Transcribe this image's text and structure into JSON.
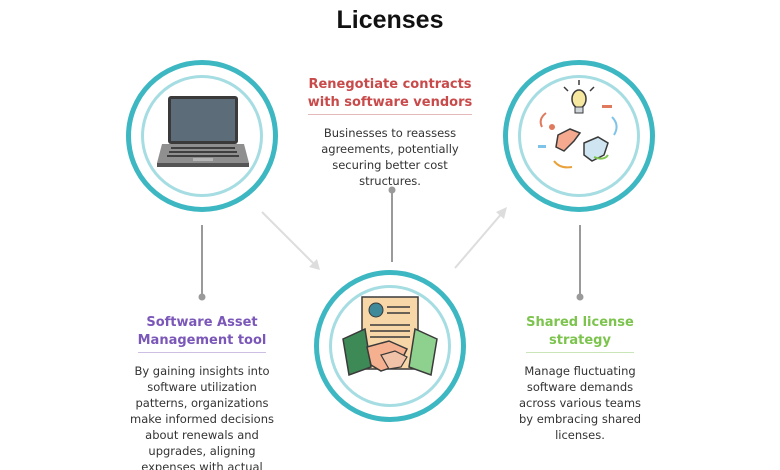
{
  "title": "Licenses",
  "nodes": {
    "top": {
      "heading_line1": "Renegotiate contracts",
      "heading_line2": "with software vendors",
      "desc": [
        "Businesses to reassess",
        "agreements, potentially",
        "securing better cost",
        "structures."
      ]
    },
    "left": {
      "heading_line1": "Software Asset",
      "heading_line2": "Management tool",
      "desc": [
        "By gaining insights into",
        "software utilization",
        "patterns, organizations",
        "make informed decisions",
        "about renewals and",
        "upgrades, aligning",
        "expenses with actual"
      ]
    },
    "right": {
      "heading_line1": "Shared license",
      "heading_line2": "strategy",
      "desc": [
        "Manage fluctuating",
        "software demands",
        "across various teams",
        "by embracing shared",
        "licenses."
      ]
    }
  },
  "icons": {
    "left": "laptop-icon",
    "right": "collaboration-icon",
    "bottom": "contract-handshake-icon"
  },
  "colors": {
    "ring_outer": "#3db7c2",
    "ring_inner": "#a6dde3",
    "top_heading": "#c94a4a",
    "left_heading": "#7a57b8",
    "right_heading": "#7cc44e",
    "connector": "#9a9a9a",
    "arrow": "#dddddd"
  }
}
